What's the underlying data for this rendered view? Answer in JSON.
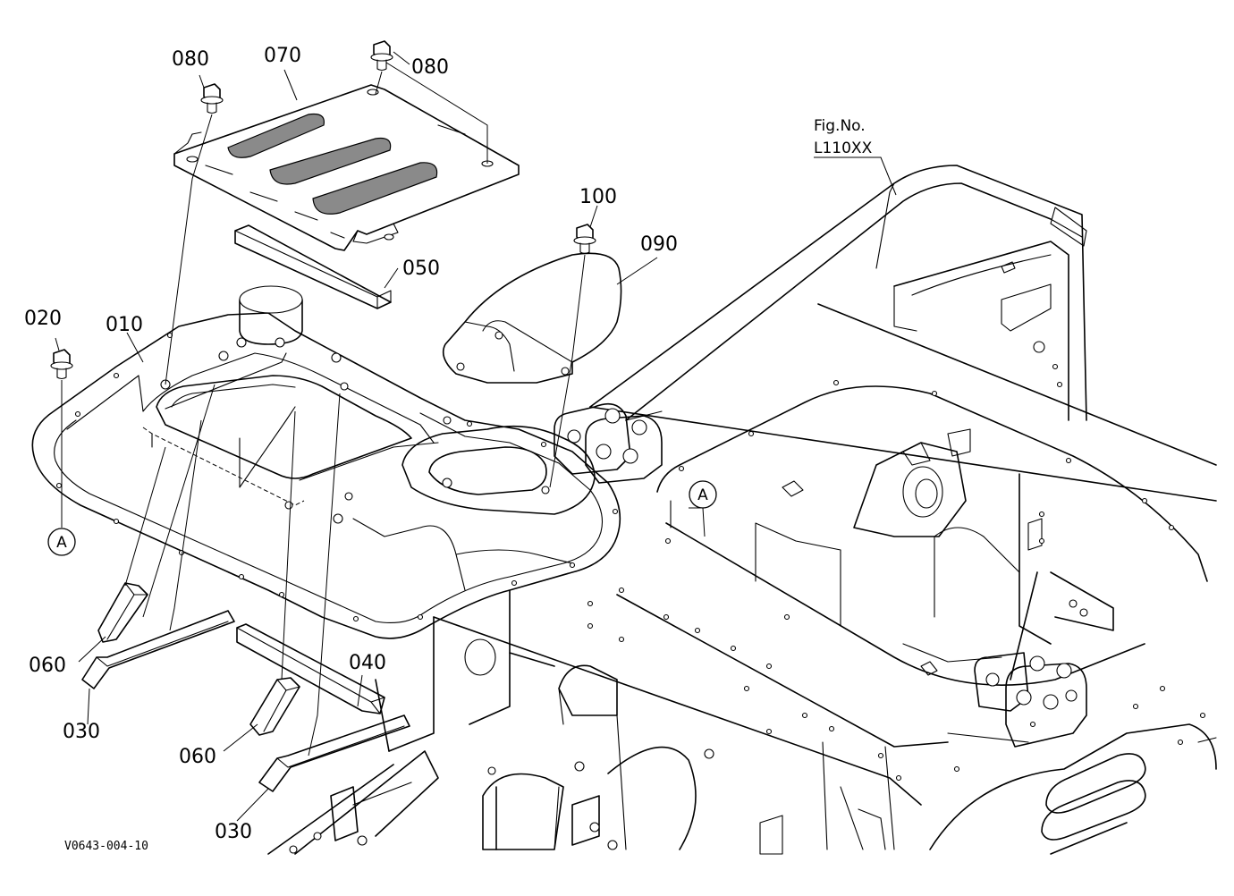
{
  "figure": {
    "fig_no_label": "Fig.No.",
    "fig_no_value": "L110XX",
    "drawing_ref": "V0643-004-10",
    "ref_marker": "A"
  },
  "parts": [
    {
      "id": "p080a",
      "label": "080"
    },
    {
      "id": "p070",
      "label": "070"
    },
    {
      "id": "p080b",
      "label": "080"
    },
    {
      "id": "p100",
      "label": "100"
    },
    {
      "id": "p090",
      "label": "090"
    },
    {
      "id": "p050",
      "label": "050"
    },
    {
      "id": "p020",
      "label": "020"
    },
    {
      "id": "p010",
      "label": "010"
    },
    {
      "id": "p060a",
      "label": "060"
    },
    {
      "id": "p030a",
      "label": "030"
    },
    {
      "id": "p040",
      "label": "040"
    },
    {
      "id": "p060b",
      "label": "060"
    },
    {
      "id": "p030b",
      "label": "030"
    }
  ]
}
